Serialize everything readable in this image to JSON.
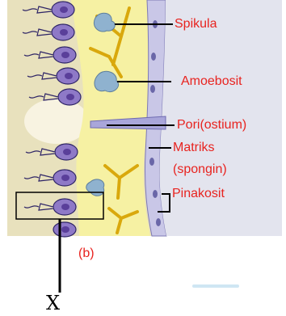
{
  "diagram": {
    "panel_label": "(b)",
    "marker": "X",
    "callouts": {
      "spikula": "Spikula",
      "amoebosit": "Amoebosit",
      "pori": "Pori(ostium)",
      "matriks_1": "Matriks",
      "matriks_2": "(spongin)",
      "pinakosit": "Pinakosit"
    }
  },
  "colors": {
    "label_red": "#e8231f",
    "choanocyte_purple": "#8e79c7",
    "mesohyl_yellow": "#f6f1a3",
    "spicule_gold": "#f0c419",
    "amoebocyte_blue": "#8fb2cf",
    "pinacocyte_lavender": "#c9c7e7",
    "chamber_tan": "#e8e1bd"
  },
  "icons": [
    "choanocyte-cell-icon",
    "spicule-icon",
    "amoebocyte-icon",
    "ostium-pore-icon",
    "pinacocyte-icon"
  ]
}
